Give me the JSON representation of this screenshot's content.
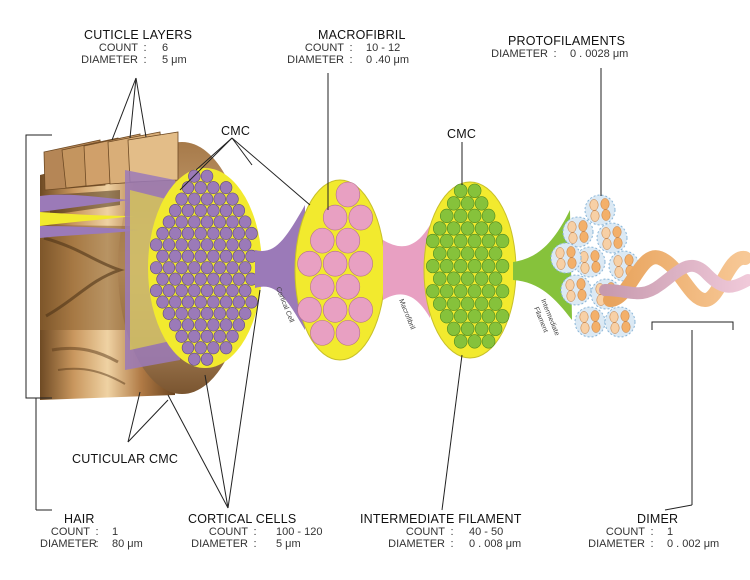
{
  "labels": {
    "cuticle": {
      "title": "CUTICLE LAYERS",
      "rows": [
        {
          "key": "COUNT",
          "value": "6"
        },
        {
          "key": "DIAMETER",
          "value": "5 μm"
        }
      ]
    },
    "macrofibril": {
      "title": "MACROFIBRIL",
      "rows": [
        {
          "key": "COUNT",
          "value": "10 - 12"
        },
        {
          "key": "DIAMETER",
          "value": "0 .40 μm"
        }
      ]
    },
    "protofilaments": {
      "title": "PROTOFILAMENTS",
      "rows": [
        {
          "key": "DIAMETER",
          "value": "0 . 0028 μm"
        }
      ]
    },
    "cmc_left": "CMC",
    "cmc_right": "CMC",
    "cuticular_cmc": "CUTICULAR CMC",
    "hair": {
      "title": "HAIR",
      "rows": [
        {
          "key": "COUNT",
          "value": "1"
        },
        {
          "key": "DIAMETER",
          "value": "80 μm"
        }
      ]
    },
    "cortical_cells": {
      "title": "CORTICAL CELLS",
      "rows": [
        {
          "key": "COUNT",
          "value": "100 - 120"
        },
        {
          "key": "DIAMETER",
          "value": "5 μm"
        }
      ]
    },
    "intermediate_filament": {
      "title": "INTERMEDIATE FILAMENT",
      "rows": [
        {
          "key": "COUNT",
          "value": "40 - 50"
        },
        {
          "key": "DIAMETER",
          "value": "0 . 008 μm"
        }
      ]
    },
    "dimer": {
      "title": "DIMER",
      "rows": [
        {
          "key": "COUNT",
          "value": "1"
        },
        {
          "key": "DIAMETER",
          "value": "0 . 002 μm"
        }
      ]
    },
    "connector_cortical_cell": "Cortical Cell",
    "connector_macrofibril": "Macrofibril",
    "connector_intermediate_1": "Intermediate",
    "connector_intermediate_2": "Filament"
  },
  "colors": {
    "cuticle": "#b98a55",
    "cortical_purple": "#9b7ab8",
    "cell_yellow": "#f2ea2e",
    "macro_pink": "#e8a0c2",
    "filament_green": "#86c23b",
    "proto_orange": "#f3b06a",
    "proto_blue": "#8ab6d8",
    "dimer_pink": "#eab9cf"
  }
}
